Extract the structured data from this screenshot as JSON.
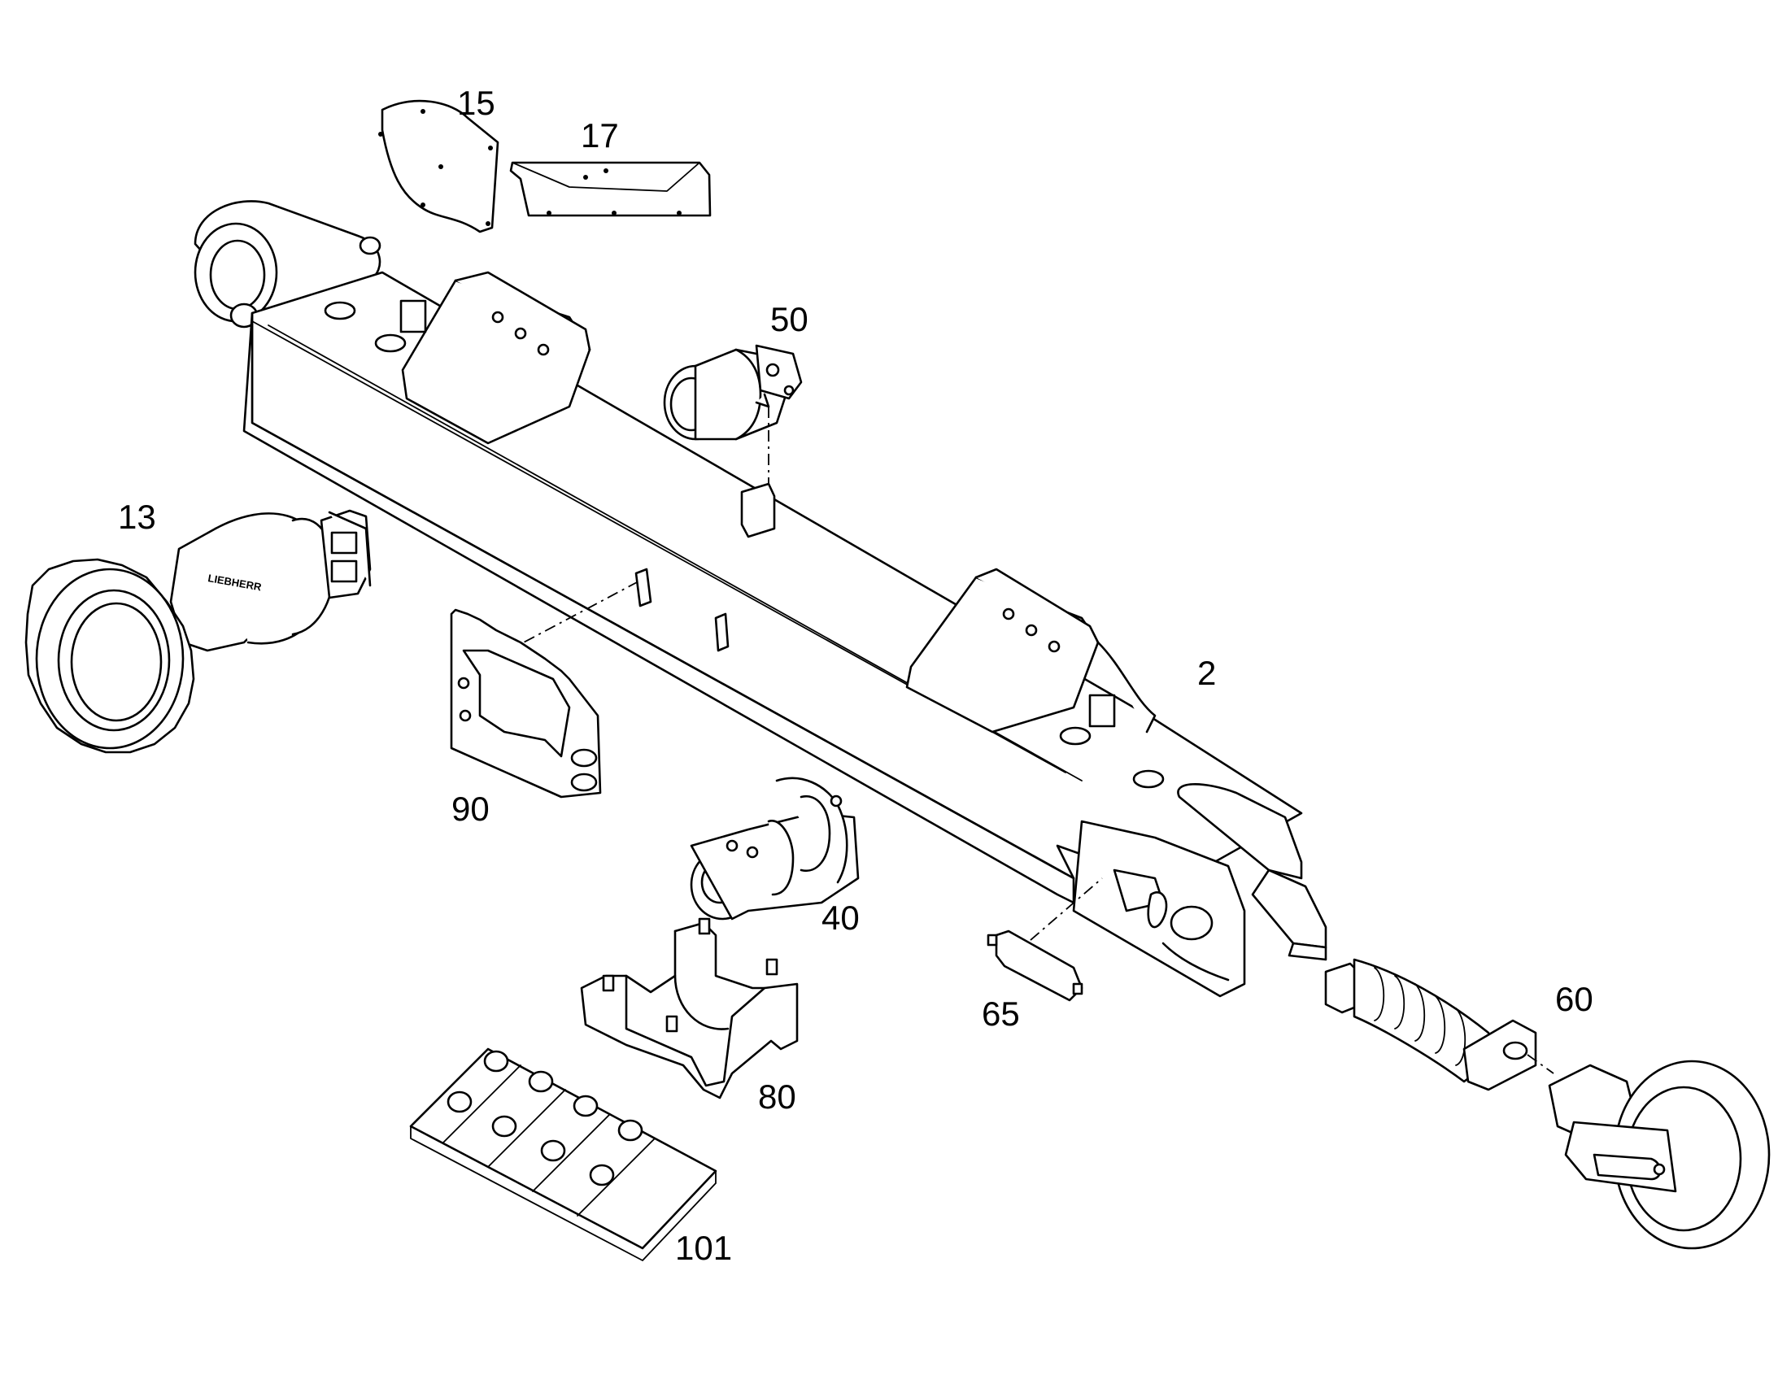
{
  "callouts": {
    "p15": "15",
    "p17": "17",
    "p50": "50",
    "p13": "13",
    "p2": "2",
    "p90": "90",
    "p40": "40",
    "p65": "65",
    "p60": "60",
    "p80": "80",
    "p101": "101"
  },
  "motor_logo": "LIEBHERR",
  "colors": {
    "line": "#000000",
    "background": "#ffffff"
  }
}
